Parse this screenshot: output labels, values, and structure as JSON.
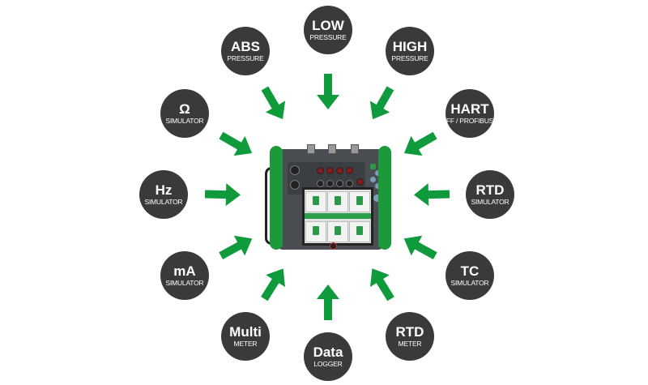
{
  "title": "Multifunction calibrator capabilities",
  "accent_color": "#0f9a3c",
  "bubble_color": "#3a3a3a",
  "bubbles": [
    {
      "main": "LOW",
      "sub": "PRESSURE"
    },
    {
      "main": "HIGH",
      "sub": "PRESSURE"
    },
    {
      "main": "HART",
      "sub": "FF / PROFIBUS"
    },
    {
      "main": "RTD",
      "sub": "SIMULATOR"
    },
    {
      "main": "TC",
      "sub": "SIMULATOR"
    },
    {
      "main": "RTD",
      "sub": "METER"
    },
    {
      "main": "Data",
      "sub": "LOGGER"
    },
    {
      "main": "Multi",
      "sub": "METER"
    },
    {
      "main": "mA",
      "sub": "SIMULATOR"
    },
    {
      "main": "Hz",
      "sub": "SIMULATOR"
    },
    {
      "main": "Ω",
      "sub": "SIMULATOR"
    },
    {
      "main": "ABS",
      "sub": "PRESSURE"
    }
  ]
}
